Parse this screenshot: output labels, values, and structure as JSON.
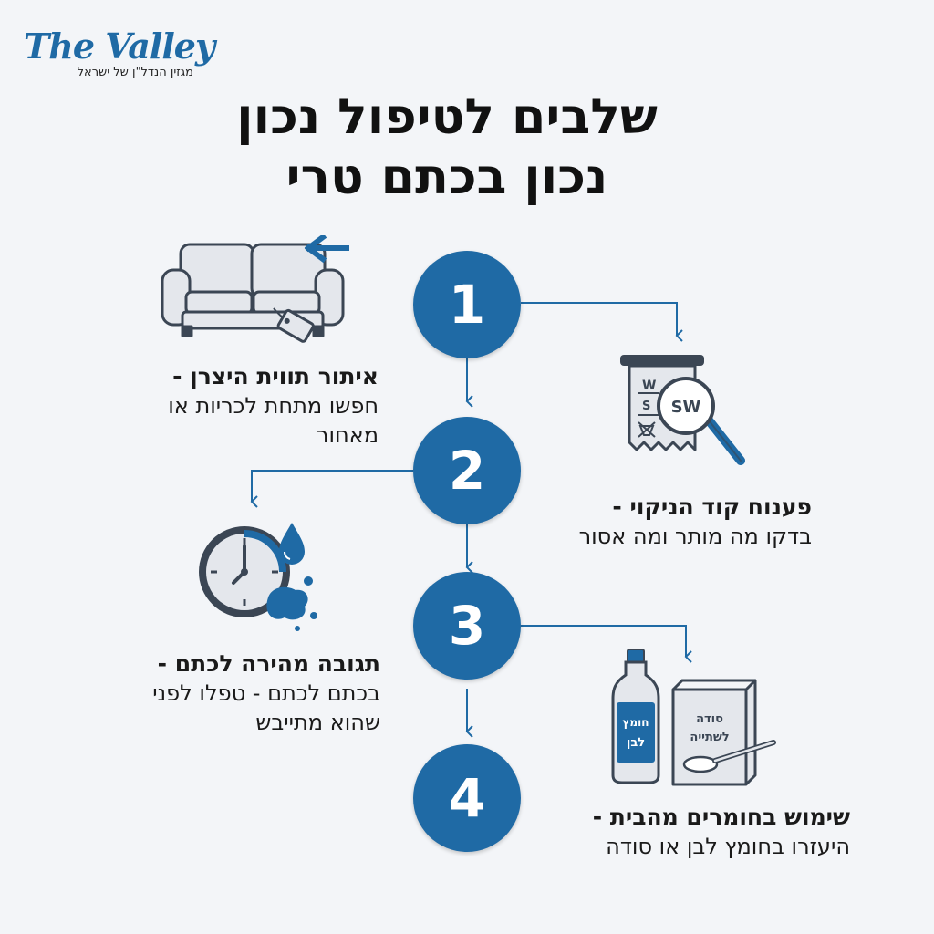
{
  "brand": {
    "name": "The Valley",
    "tagline": "מגזין הנדל\"ן של ישראל"
  },
  "title": {
    "line1": "שלבים לטיפול נכון",
    "line2": "נכון בכתם טרי"
  },
  "steps": [
    {
      "number": "1",
      "title": "איתור תווית היצרן -",
      "desc": "חפשו מתחת לכריות או מאחור",
      "icon": "sofa-with-tag-icon"
    },
    {
      "number": "2",
      "title": "פענוח קוד הניקוי -",
      "desc": "בדקו מה מותר ומה אסור",
      "icon": "care-label-magnifier-icon"
    },
    {
      "number": "3",
      "title": "תגובה מהירה לכתם -",
      "desc": "בכתם לכתם - טפלו לפני שהוא מתייבש",
      "icon": "clock-water-drop-icon"
    },
    {
      "number": "4",
      "title": "שימוש בחומרים מהבית -",
      "desc": "היעזרו בחומץ לבן או סודה",
      "icon": "vinegar-baking-soda-icon"
    }
  ],
  "icon_labels": {
    "care_code": "SW",
    "vinegar": "חומץ לבן",
    "soda": "סודה לשתייה"
  },
  "colors": {
    "accent": "#1f6aa5",
    "background": "#f3f5f8",
    "icon_fill": "#e4e7ec",
    "icon_stroke": "#3b4654"
  }
}
